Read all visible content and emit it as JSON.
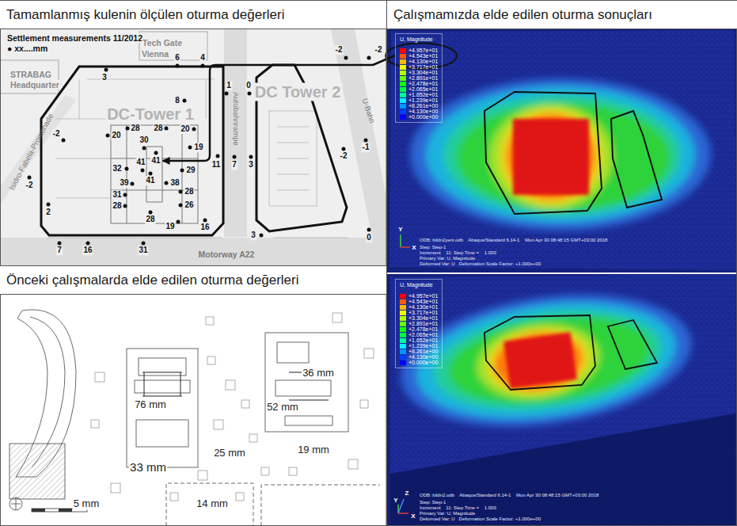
{
  "diagram": {
    "nodes": [
      {
        "text": [
          "Tamamlanmış kulenin ölçülen oturma değerleri"
        ]
      },
      {
        "text": [
          "Çalışmamızda elde edilen oturma sonuçları"
        ]
      },
      {
        "text": [
          "Önceki çalışmalarda elde edilen oturma değerleri"
        ]
      },
      {
        "text": [
          "U, Magnitude"
        ],
        "in": 1
      },
      {
        "text": [
          "U, Magnitude"
        ],
        "in": 1
      },
      {
        "text": [
          "41"
        ],
        "in": 0
      }
    ],
    "edges": [
      {
        "from": 3,
        "to": 5,
        "arrow": "to"
      }
    ],
    "labels": [
      "Settlement measurements 11/2012",
      "● xx....mm",
      "Tech Gate",
      "Vienna",
      "STRABAG",
      "Headquarter",
      "DC-Tower 1",
      "DC Tower 2",
      "Autobahnrampe",
      "U-Bahn",
      "Isidro-Fabela-Promenade",
      "Motorway A22",
      "6",
      "4",
      "3",
      "1",
      "0",
      "-2",
      "-2",
      "8",
      "28",
      "28",
      "20",
      "30",
      "20",
      "19",
      "-2",
      "32",
      "41",
      "29",
      "11",
      "7",
      "3",
      "39",
      "41",
      "38",
      "28",
      "31",
      "28",
      "26",
      "28",
      "19",
      "16",
      "3",
      "-2",
      "-1",
      "-2",
      "2",
      "7",
      "16",
      "31",
      "0",
      "76 mm",
      "52 mm",
      "36 mm",
      "25 mm",
      "19 mm",
      "33 mm",
      "5 mm",
      "14 mm",
      "ODB: bildn2yeni.odb    Abaqus/Standard 6.14-1    Mon Apr 30 08:48:15 GMT+03:00 2018",
      "Step: Step-1",
      "Increment    11: Step Time =    1.000",
      "Primary Var: U, Magnitude",
      "Deformed Var: U   Deformation Scale Factor: +1.000e+00",
      "Y",
      "X",
      "ODB: bildn2.odb    Abaqus/Standard 6.14-1    Mon Apr 30 08:48:15 GMT+03:00 2018",
      "Step: Step-1",
      "Increment    11: Step Time =    1.000",
      "Primary Var: U, Magnitude",
      "Deformed Var: U   Deformation Scale Factor: +1.000e+00",
      "Y",
      "Z",
      "X"
    ],
    "legend": [
      {
        "text": "+4.957e+01",
        "color": "#ff0000"
      },
      {
        "text": "+4.543e+01",
        "color": "#ff5a00"
      },
      {
        "text": "+4.130e+01",
        "color": "#ffb400"
      },
      {
        "text": "+3.717e+01",
        "color": "#f0ff00"
      },
      {
        "text": "+3.304e+01",
        "color": "#b4ff00"
      },
      {
        "text": "+2.891e+01",
        "color": "#64ff00"
      },
      {
        "text": "+2.478e+01",
        "color": "#14ff00"
      },
      {
        "text": "+2.065e+01",
        "color": "#00ff3c"
      },
      {
        "text": "+1.652e+01",
        "color": "#00ff96"
      },
      {
        "text": "+1.239e+01",
        "color": "#00f0ff"
      },
      {
        "text": "+8.261e+00",
        "color": "#0096ff"
      },
      {
        "text": "+4.130e+00",
        "color": "#003cff"
      },
      {
        "text": "+0.000e+00",
        "color": "#0000ff"
      },
      {
        "text": "+4.957e+01",
        "color": "#ff0000"
      },
      {
        "text": "+4.543e+01",
        "color": "#ff5a00"
      },
      {
        "text": "+4.130e+01",
        "color": "#ffb400"
      },
      {
        "text": "+3.717e+01",
        "color": "#f0ff00"
      },
      {
        "text": "+3.304e+01",
        "color": "#b4ff00"
      },
      {
        "text": "+2.891e+01",
        "color": "#64ff00"
      },
      {
        "text": "+2.478e+01",
        "color": "#14ff00"
      },
      {
        "text": "+2.065e+01",
        "color": "#00ff3c"
      },
      {
        "text": "+1.652e+01",
        "color": "#00ff96"
      },
      {
        "text": "+1.239e+01",
        "color": "#00f0ff"
      },
      {
        "text": "+8.261e+00",
        "color": "#0096ff"
      },
      {
        "text": "+4.130e+00",
        "color": "#003cff"
      },
      {
        "text": "+0.000e+00",
        "color": "#0000ff"
      }
    ]
  }
}
